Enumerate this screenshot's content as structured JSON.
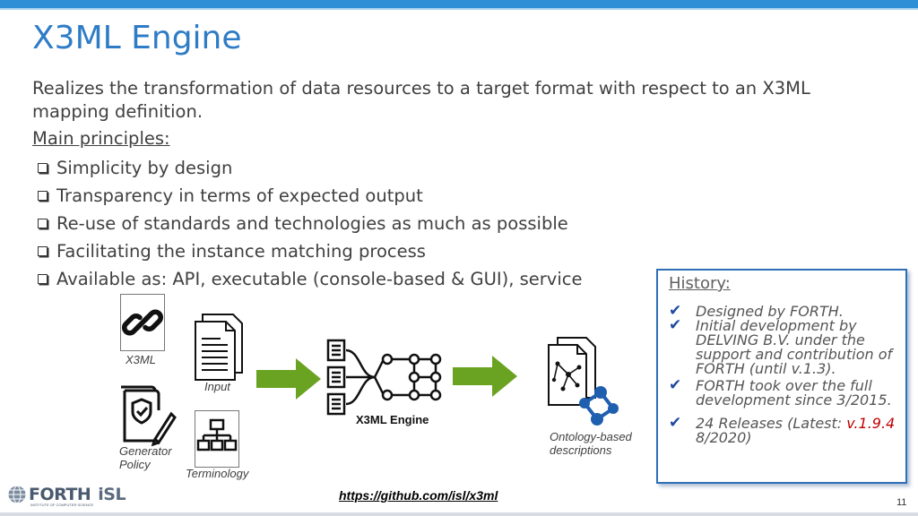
{
  "title": "X3ML Engine",
  "intro": "Realizes the transformation of data resources to a target format with respect to an X3ML mapping definition.",
  "principles_heading": "Main principles:",
  "principles": [
    "Simplicity by design",
    "Transparency in terms of expected output",
    "Re-use of standards and technologies as much as possible",
    "Facilitating the instance matching process",
    "Available as: API, executable (console-based & GUI), service"
  ],
  "history": {
    "heading": "History:",
    "items": [
      "Designed by FORTH.",
      "Initial development by DELVING B.V. under the support and contribution of FORTH (until v.1.3).",
      "FORTH took over the full development since 3/2015.",
      "24 Releases (Latest: ",
      "v.1.9.4",
      " 8/2020)"
    ]
  },
  "diagram": {
    "x3ml_label": "X3ML",
    "input_label": "Input",
    "generator_label": "Generator Policy",
    "terminology_label": "Terminology",
    "engine_label": "X3ML Engine",
    "output_label": "Ontology-based descriptions"
  },
  "footer": {
    "url": "https://github.com/isl/x3ml",
    "page_number": "11",
    "logo_text": "FORTH",
    "logo_isl": "iSL",
    "logo_sub": "INSTITUTE OF COMPUTER SCIENCE"
  },
  "colors": {
    "accent": "#2f7cc6",
    "arrow_green": "#6aa321",
    "history_border": "#2e6fb7",
    "version_red": "#c00000",
    "network_blue": "#1f5fb0"
  }
}
